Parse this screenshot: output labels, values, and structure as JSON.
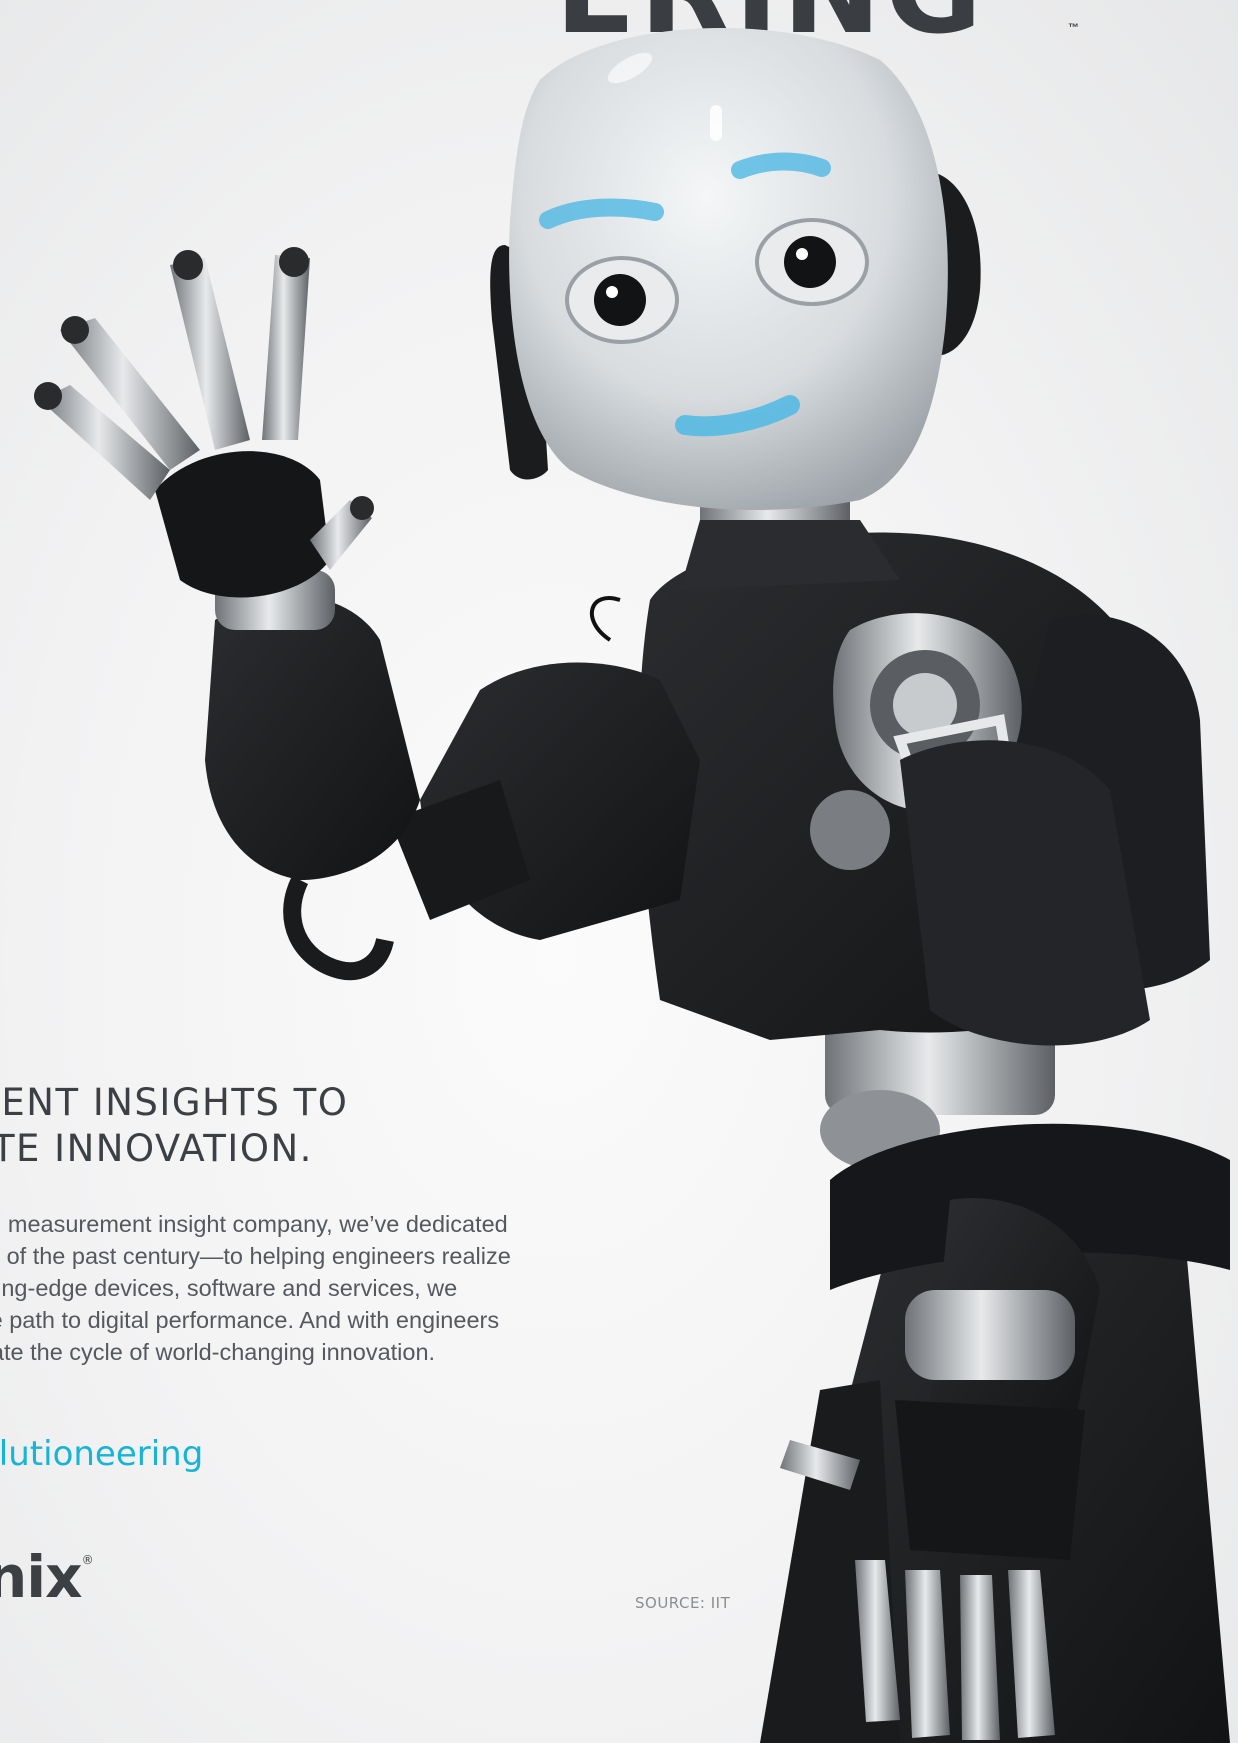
{
  "header": {
    "headline_fragment": "ERING",
    "trademark": "™"
  },
  "copy": {
    "headline_lines": [
      "MENT INSIGHTS TO",
      "ATE INNOVATION."
    ],
    "body_lines": [
      "ing measurement insight company, we’ve dedicated",
      "ich of the past century—to helping engineers realize",
      "utting-edge devices, software and services, we",
      "the path to digital performance. And with engineers",
      "erate the cycle of world-changing innovation."
    ],
    "tagline": "olutioneering"
  },
  "brand": {
    "logo_text": "nix",
    "registered": "®"
  },
  "credit": {
    "source": "SOURCE: IIT"
  },
  "colors": {
    "accent": "#18b4d6",
    "text_dark": "#3c3f43",
    "text_body": "#55595e",
    "robot_black": "#1c1d1f",
    "robot_face": "#dfe2e4",
    "robot_led": "#4fb8e4"
  },
  "icons": {
    "robot": "humanoid-robot-illustration"
  }
}
